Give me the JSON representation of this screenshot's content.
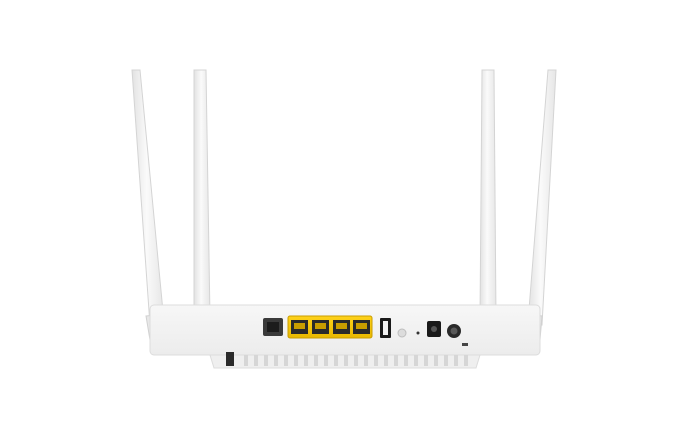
{
  "image": {
    "subject": "router-rear-view",
    "antenna_count": 4,
    "ports": [
      {
        "kind": "phone-jack",
        "color": "#3a3a3a"
      },
      {
        "kind": "ethernet",
        "color": "#f2c400"
      },
      {
        "kind": "ethernet",
        "color": "#f2c400"
      },
      {
        "kind": "ethernet",
        "color": "#f2c400"
      },
      {
        "kind": "ethernet",
        "color": "#f2c400"
      },
      {
        "kind": "usb",
        "color": "#1a1a1a"
      },
      {
        "kind": "reset-button",
        "color": "#dcdcdc"
      },
      {
        "kind": "power-dc-jack",
        "color": "#1a1a1a"
      },
      {
        "kind": "power-switch",
        "color": "#2a2a2a"
      }
    ],
    "colors": {
      "background": "#ffffff",
      "body": "#f4f4f4",
      "antenna": "#f0f0f0",
      "port_accent": "#f2c400"
    }
  }
}
